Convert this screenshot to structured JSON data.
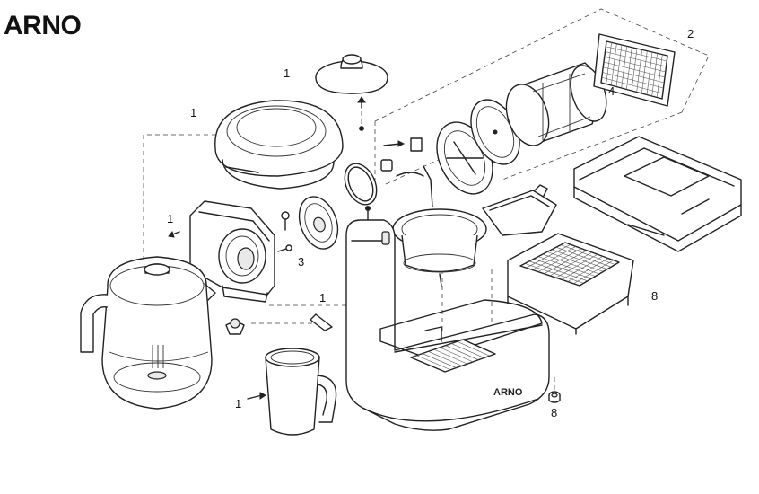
{
  "brand": {
    "logo_text": "ARNO"
  },
  "machine_label": "ARNO",
  "callouts": [
    {
      "id": "lid-knob",
      "label": "1"
    },
    {
      "id": "top-cover",
      "label": "1"
    },
    {
      "id": "side-screw",
      "label": "1"
    },
    {
      "id": "valve-clip",
      "label": "1"
    },
    {
      "id": "measuring-cup",
      "label": "1"
    },
    {
      "id": "filter-grid",
      "label": "2"
    },
    {
      "id": "shower-plate",
      "label": "3"
    },
    {
      "id": "water-tank",
      "label": "4"
    },
    {
      "id": "basket-tray",
      "label": "8"
    },
    {
      "id": "foot",
      "label": "8"
    }
  ]
}
